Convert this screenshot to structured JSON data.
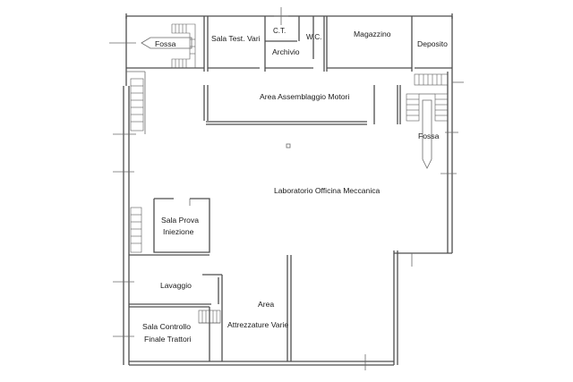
{
  "rooms": {
    "fossa_top": "Fossa",
    "sala_test": "Sala Test. Vari",
    "ct": "C.T.",
    "wc": "W.C.",
    "archivio": "Archivio",
    "magazzino": "Magazzino",
    "deposito": "Deposito",
    "area_assemblaggio": "Area Assemblaggio Motori",
    "fossa_right": "Fossa",
    "laboratorio": "Laboratorio Officina Meccanica",
    "sala_prova_1": "Sala Prova",
    "sala_prova_2": "Iniezione",
    "lavaggio": "Lavaggio",
    "area_1": "Area",
    "area_2": "Attrezzature Varie",
    "sala_controllo_1": "Sala Controllo",
    "sala_controllo_2": "Finale Trattori"
  },
  "colors": {
    "walls": "#4d4d4d",
    "text": "#1a1a1a",
    "background": "#ffffff"
  }
}
